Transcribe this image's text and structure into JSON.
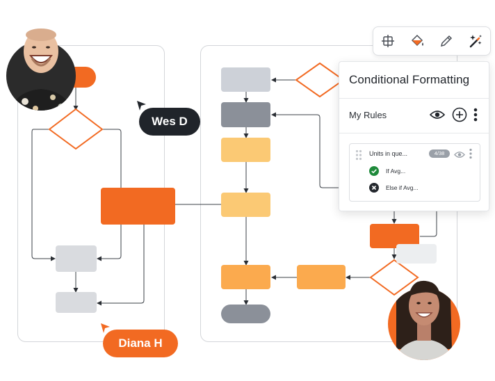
{
  "toolbar": {
    "tools": [
      {
        "icon": "crop-frame-icon"
      },
      {
        "icon": "fill-bucket-icon"
      },
      {
        "icon": "pencil-icon"
      },
      {
        "icon": "magic-wand-icon"
      }
    ]
  },
  "panel": {
    "title": "Conditional Formatting",
    "rules_label": "My Rules",
    "rule": {
      "title": "Units in que...",
      "badge": "4/38",
      "conditions": [
        {
          "status": "check",
          "text": "If Avg..."
        },
        {
          "status": "cross",
          "text": "Else if Avg..."
        }
      ]
    }
  },
  "collaborators": [
    {
      "name": "Wes D",
      "tag_color": "#20242a"
    },
    {
      "name": "Diana H",
      "tag_color": "#f26a22"
    }
  ],
  "colors": {
    "orange": "#f26a22",
    "yellow": "#fbc974",
    "amber": "#fbaa4e",
    "gray_dark": "#8b9099",
    "gray_light": "#d9dbdf",
    "check_green": "#1f8a3b",
    "cross_dark": "#24282e"
  }
}
